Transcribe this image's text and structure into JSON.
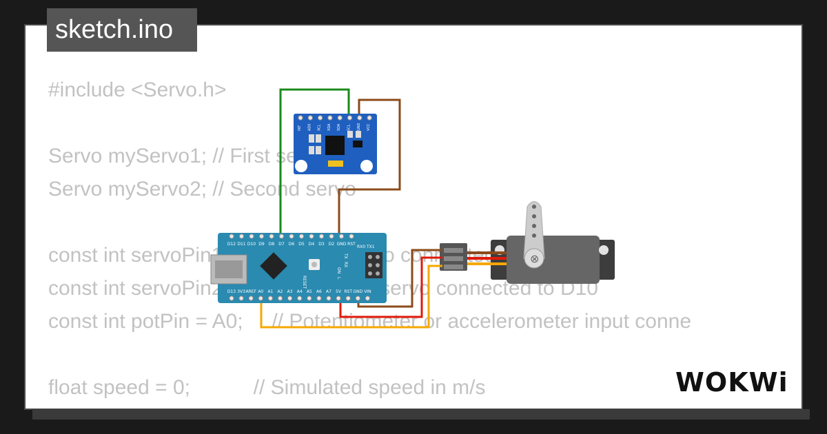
{
  "file_tab": {
    "label": "sketch.ino"
  },
  "code": {
    "lines": [
      "#include <Servo.h>",
      "",
      "Servo myServo1; // First servo",
      "Servo myServo2; // Second servo",
      "",
      "const int servoPin1 = 9;   // First servo connected to D9",
      "const int servoPin2 = 10;  // Second servo connected to D10",
      "const int potPin = A0;     // Potentiometer or accelerometer input conne",
      "",
      "float speed = 0;           // Simulated speed in m/s"
    ]
  },
  "nano": {
    "top_pins": [
      "D12",
      "D11",
      "D10",
      "D9",
      "D8",
      "D7",
      "D6",
      "D5",
      "D4",
      "D3",
      "D2",
      "GND",
      "RST"
    ],
    "bottom_pins": [
      "D13",
      "3V3",
      "AREF",
      "A0",
      "A1",
      "A2",
      "A3",
      "A4",
      "A5",
      "A6",
      "A7",
      "5V",
      "RST",
      "GND",
      "VIN"
    ],
    "labels": [
      "RX0",
      "TX1",
      "RESET",
      "TX",
      "RX",
      "ON",
      "L"
    ]
  },
  "mpu": {
    "pins": [
      "INT",
      "AD0",
      "XCL",
      "XDA",
      "SDA",
      "SCL",
      "GND",
      "VCC"
    ]
  },
  "wires": {
    "green": "#1a8a1a",
    "brown": "#8b4a1a",
    "red": "#e01a0a",
    "orange": "#f5a800"
  },
  "logo": {
    "text": "WOKWi"
  }
}
